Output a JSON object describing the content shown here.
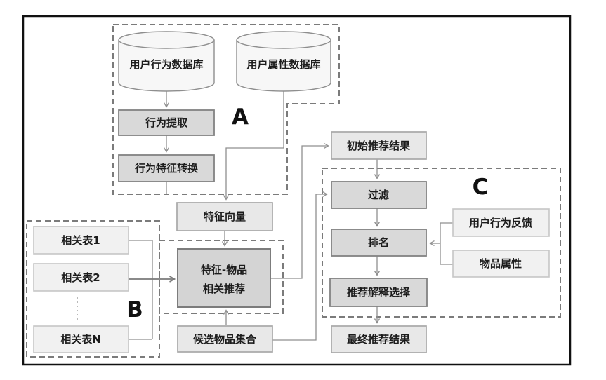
{
  "diagram": {
    "title_note": "recommendation pipeline flowchart",
    "regions": {
      "a": "A",
      "b": "B",
      "c": "C"
    },
    "nodes": {
      "db_behavior": "用户行为数据库",
      "db_attribute": "用户属性数据库",
      "behavior_extract": "行为提取",
      "behavior_transform": "行为特征转换",
      "feature_vector": "特征向量",
      "rel_table_1": "相关表1",
      "rel_table_2": "相关表2",
      "rel_table_n": "相关表N",
      "feature_item_line1": "特征-物品",
      "feature_item_line2": "相关推荐",
      "candidate_set": "候选物品集合",
      "initial_result": "初始推荐结果",
      "filter": "过滤",
      "ranking": "排名",
      "explain_select": "推荐解释选择",
      "final_result": "最终推荐结果",
      "user_feedback": "用户行为反馈",
      "item_attr": "物品属性"
    },
    "colors": {
      "frame": "#111111",
      "process_fill": "#d9d9d9",
      "process_border": "#828282",
      "data_fill": "#e8e8e8",
      "data_border": "#a8a8a8",
      "light_fill": "#f1f1f1",
      "light_border": "#c6c6c6",
      "cylinder_fill": "#f7f7f7",
      "wire": "#8f8f8f",
      "dashed_border": "#7b7b7b"
    }
  }
}
